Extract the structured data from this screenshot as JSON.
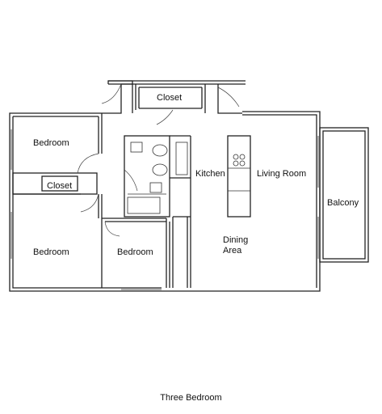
{
  "caption": "Three Bedroom",
  "rooms": {
    "bedroom_top": "Bedroom",
    "closet_left": "Closet",
    "bedroom_bottom": "Bedroom",
    "bedroom_middle": "Bedroom",
    "closet_top": "Closet",
    "kitchen": "Kitchen",
    "living_room": "Living Room",
    "dining_area": "Dining\nArea",
    "balcony": "Balcony"
  }
}
